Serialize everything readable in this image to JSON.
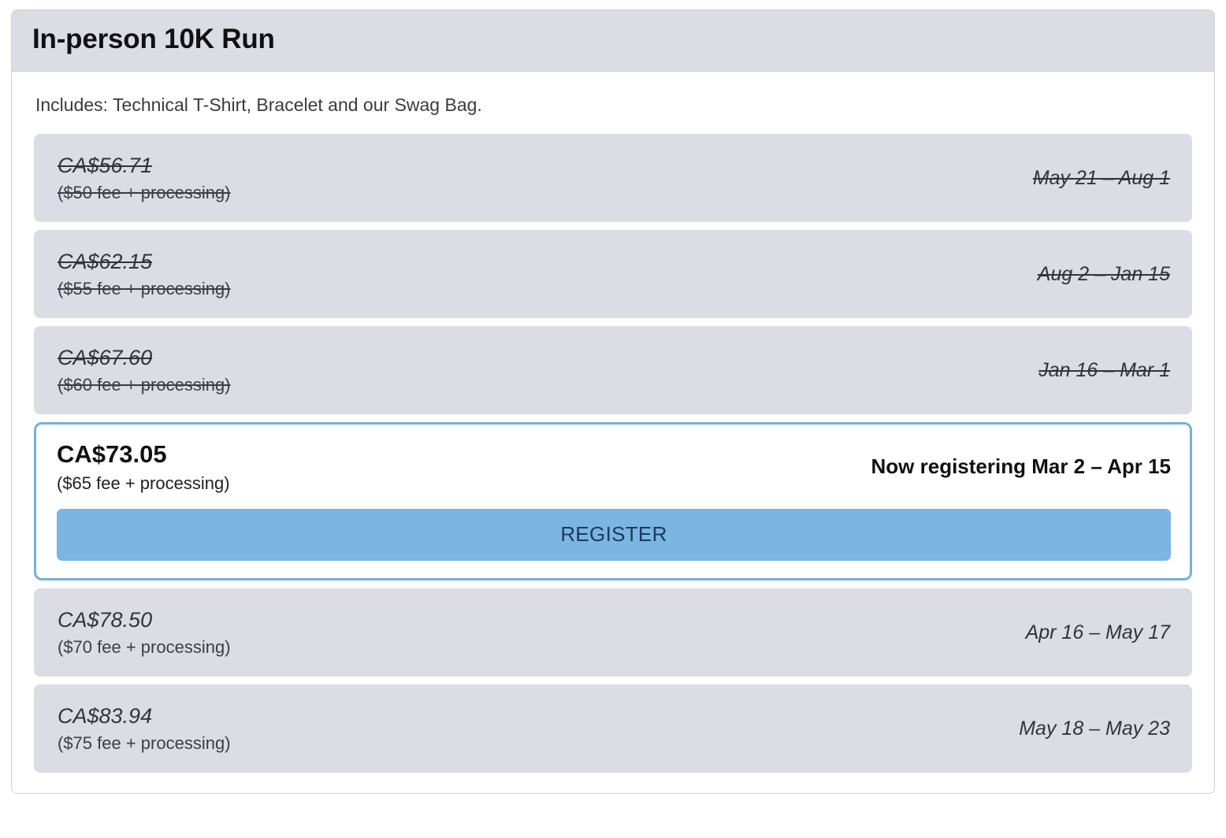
{
  "card": {
    "title": "In-person 10K Run",
    "includes": "Includes: Technical T-Shirt, Bracelet and our Swag Bag."
  },
  "colors": {
    "row_background": "#dcdce4",
    "header_background": "#dcdce4",
    "active_border": "#74b1de",
    "register_button_background": "#7cb5e0",
    "register_button_text": "#1b3a63",
    "card_border": "#cfcfd6"
  },
  "tiers": [
    {
      "price": "CA$56.71",
      "subprice": "($50 fee + processing)",
      "window": "May 21 – Aug 1",
      "state": "past"
    },
    {
      "price": "CA$62.15",
      "subprice": "($55 fee + processing)",
      "window": "Aug 2 – Jan 15",
      "state": "past"
    },
    {
      "price": "CA$67.60",
      "subprice": "($60 fee + processing)",
      "window": "Jan 16 – Mar 1",
      "state": "past"
    },
    {
      "price": "CA$73.05",
      "subprice": "($65 fee + processing)",
      "window": "Now registering Mar 2 – Apr 15",
      "state": "active",
      "action_label": "REGISTER"
    },
    {
      "price": "CA$78.50",
      "subprice": "($70 fee + processing)",
      "window": "Apr 16 – May 17",
      "state": "upcoming"
    },
    {
      "price": "CA$83.94",
      "subprice": "($75 fee + processing)",
      "window": "May 18 – May 23",
      "state": "upcoming"
    }
  ]
}
